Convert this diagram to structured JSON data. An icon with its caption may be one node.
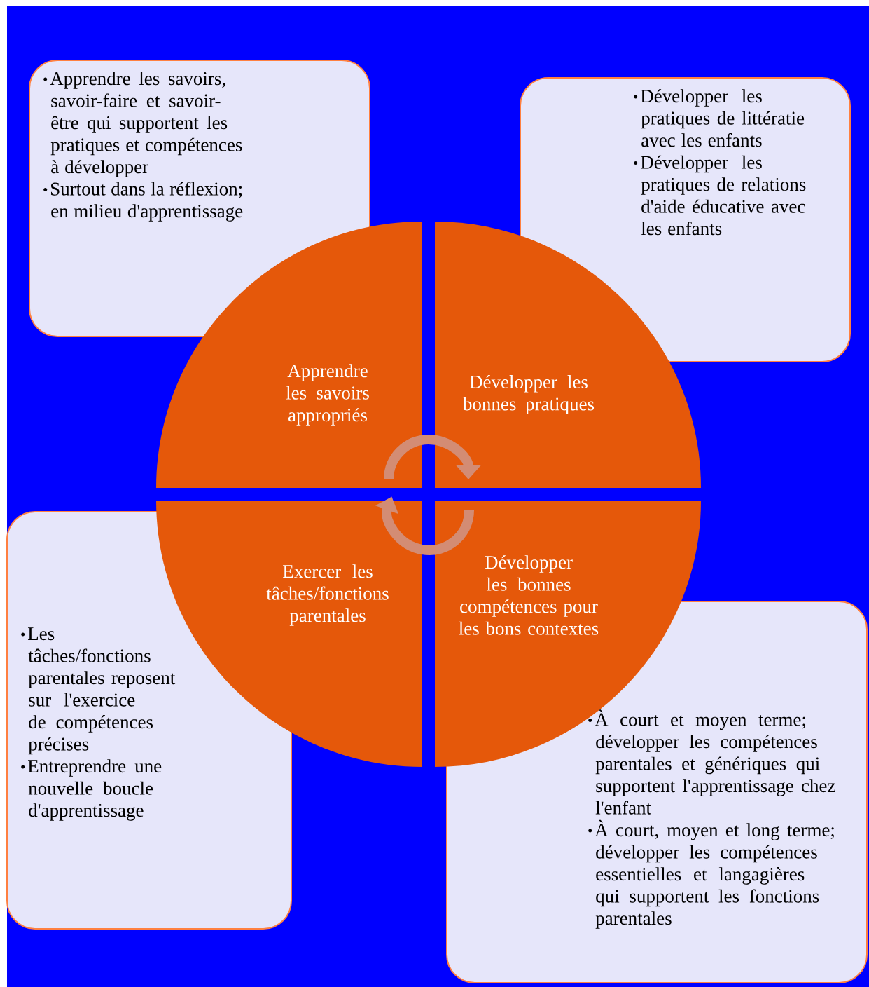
{
  "diagram": {
    "nodes": [
      {
        "text": [
          "Apprendre les savoirs, savoir-faire et savoir-être qui supportent les pratiques et compétences à développer",
          "Surtout dans la réflexion; en milieu d'apprentissage"
        ]
      },
      {
        "text": [
          "Développer les pratiques de littératie avec les enfants",
          "Développer les pratiques de relations d'aide éducative avec les enfants"
        ]
      },
      {
        "text": [
          "Les tâches/fonctions parentales reposent sur l'exercice de compétences précises",
          "Entreprendre une nouvelle boucle d'apprentissage"
        ]
      },
      {
        "text": [
          "À court et moyen terme; développer les compétences parentales et génériques qui supportent l'apprentissage chez l'enfant",
          "À court, moyen et long terme; développer les compétences essentielles et langagières qui supportent les fonctions parentales"
        ]
      },
      {
        "text": [
          "Apprendre les savoirs appropriés"
        ]
      },
      {
        "text": [
          "Développer les bonnes pratiques"
        ]
      },
      {
        "text": [
          "Exercer les tâches/fonctions parentales"
        ]
      },
      {
        "text": [
          "Développer les bonnes compétences pour les bons contextes"
        ]
      }
    ],
    "edges": [
      {
        "from": 4,
        "to": 5,
        "arrow": "to"
      },
      {
        "from": 7,
        "to": 6,
        "arrow": "to"
      }
    ]
  }
}
